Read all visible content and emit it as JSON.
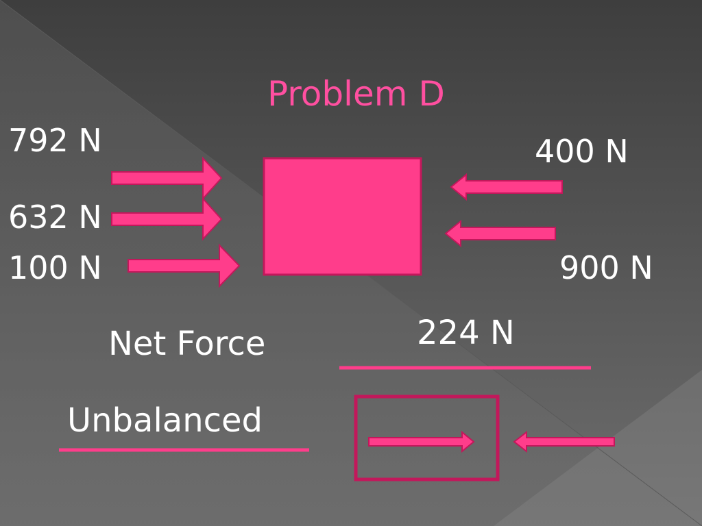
{
  "slide": {
    "title": "Problem D",
    "left_forces": [
      "792 N",
      "632 N",
      "100 N"
    ],
    "right_forces": [
      "400 N",
      "900 N"
    ],
    "net_force_label": "Net Force",
    "net_force_answer": "224 N",
    "result_answer": "Unbalanced"
  },
  "colors": {
    "accent": "#ff3d8b",
    "accent_dark": "#c2185b",
    "title": "#ff4fa0",
    "text": "#ffffff",
    "background": "#4a4a4a"
  },
  "icons": {
    "force_arrow_right": "arrow-right",
    "force_arrow_left": "arrow-left"
  }
}
